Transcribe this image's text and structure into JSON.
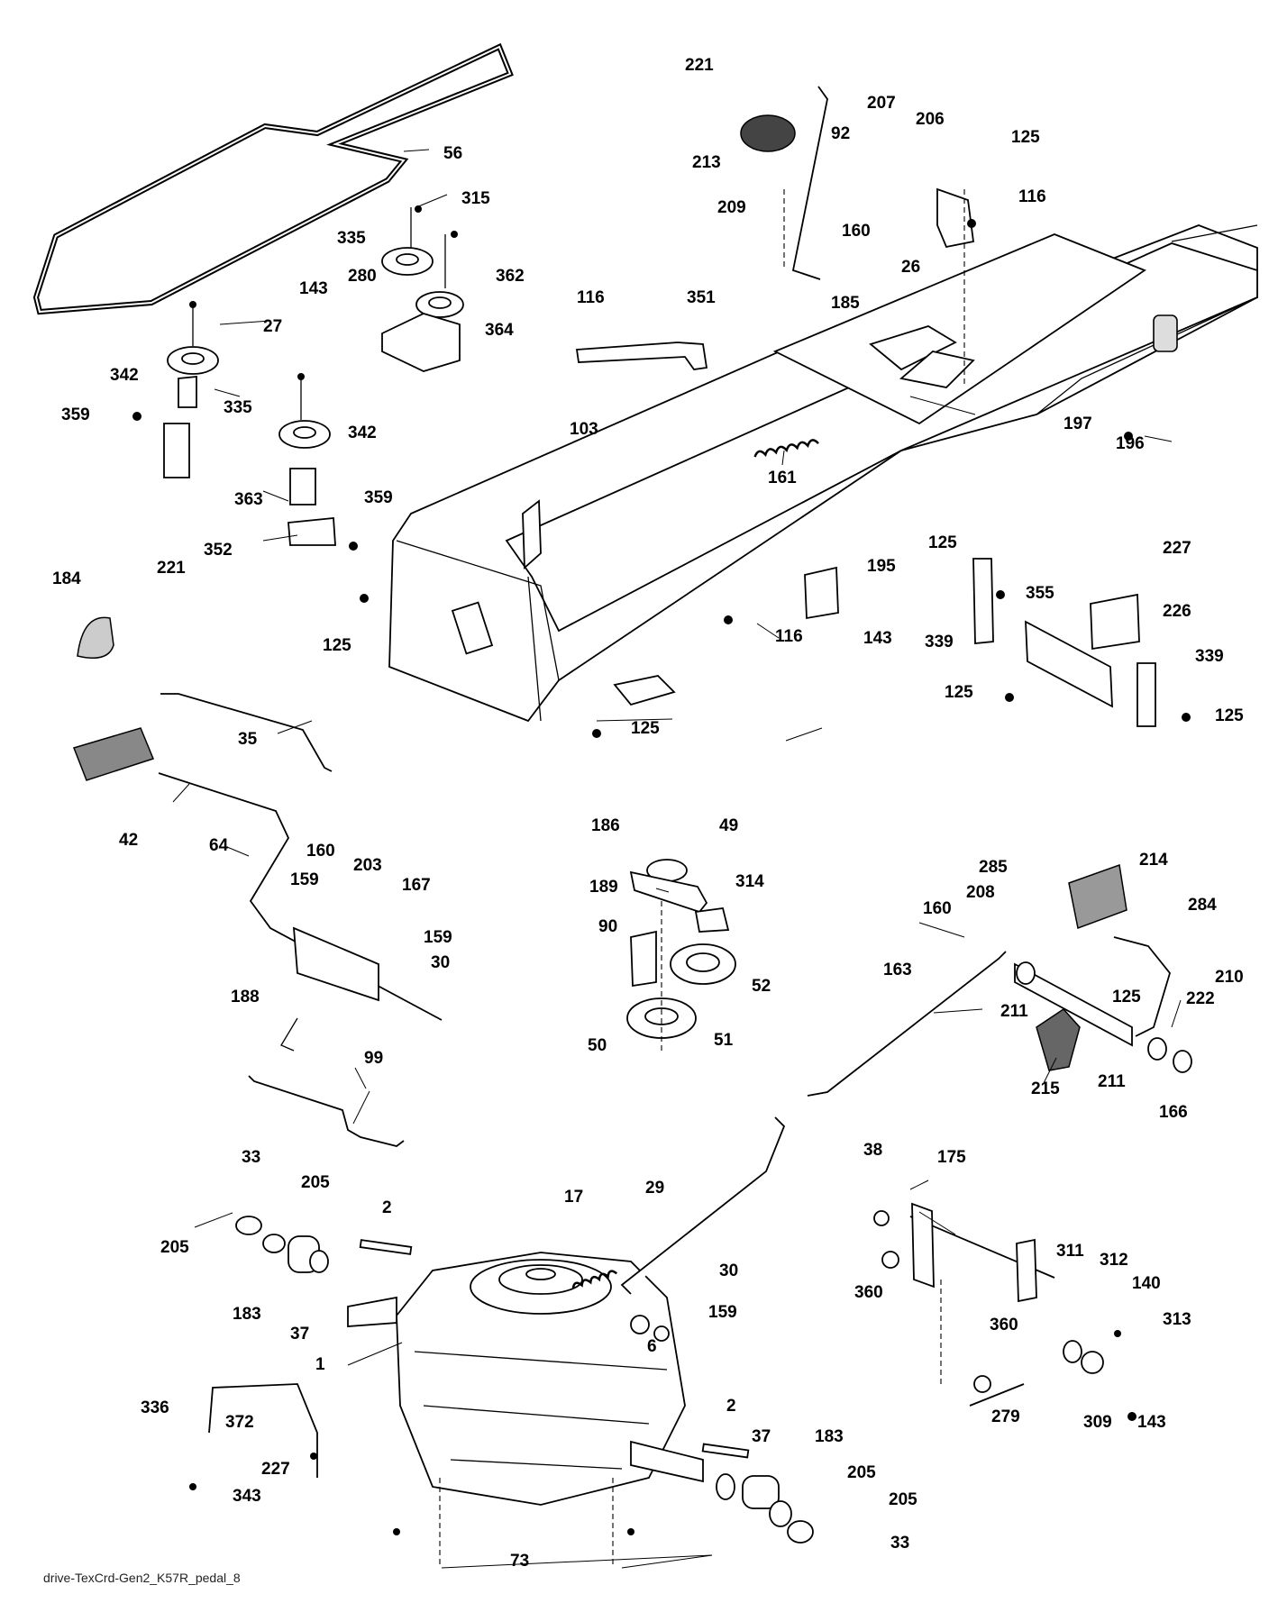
{
  "footer_label": "drive-TexCrd-Gen2_K57R_pedal_8",
  "callouts": [
    "221",
    "213",
    "209",
    "207",
    "92",
    "206",
    "125",
    "116",
    "160",
    "26",
    "185",
    "56",
    "315",
    "335",
    "280",
    "362",
    "143",
    "364",
    "27",
    "116",
    "351",
    "342",
    "335",
    "359",
    "103",
    "342",
    "363",
    "352",
    "359",
    "161",
    "197",
    "196",
    "125",
    "195",
    "125",
    "227",
    "143",
    "339",
    "355",
    "226",
    "116",
    "339",
    "125",
    "125",
    "184",
    "221",
    "35",
    "125",
    "42",
    "64",
    "160",
    "159",
    "203",
    "167",
    "159",
    "30",
    "188",
    "186",
    "49",
    "189",
    "314",
    "90",
    "52",
    "50",
    "51",
    "285",
    "214",
    "284",
    "208",
    "160",
    "125",
    "163",
    "210",
    "211",
    "222",
    "211",
    "215",
    "166",
    "99",
    "33",
    "205",
    "205",
    "2",
    "183",
    "37",
    "17",
    "29",
    "30",
    "6",
    "159",
    "1",
    "38",
    "175",
    "360",
    "311",
    "312",
    "140",
    "313",
    "360",
    "279",
    "309",
    "143",
    "336",
    "372",
    "227",
    "343",
    "2",
    "37",
    "183",
    "205",
    "205",
    "73",
    "33"
  ]
}
